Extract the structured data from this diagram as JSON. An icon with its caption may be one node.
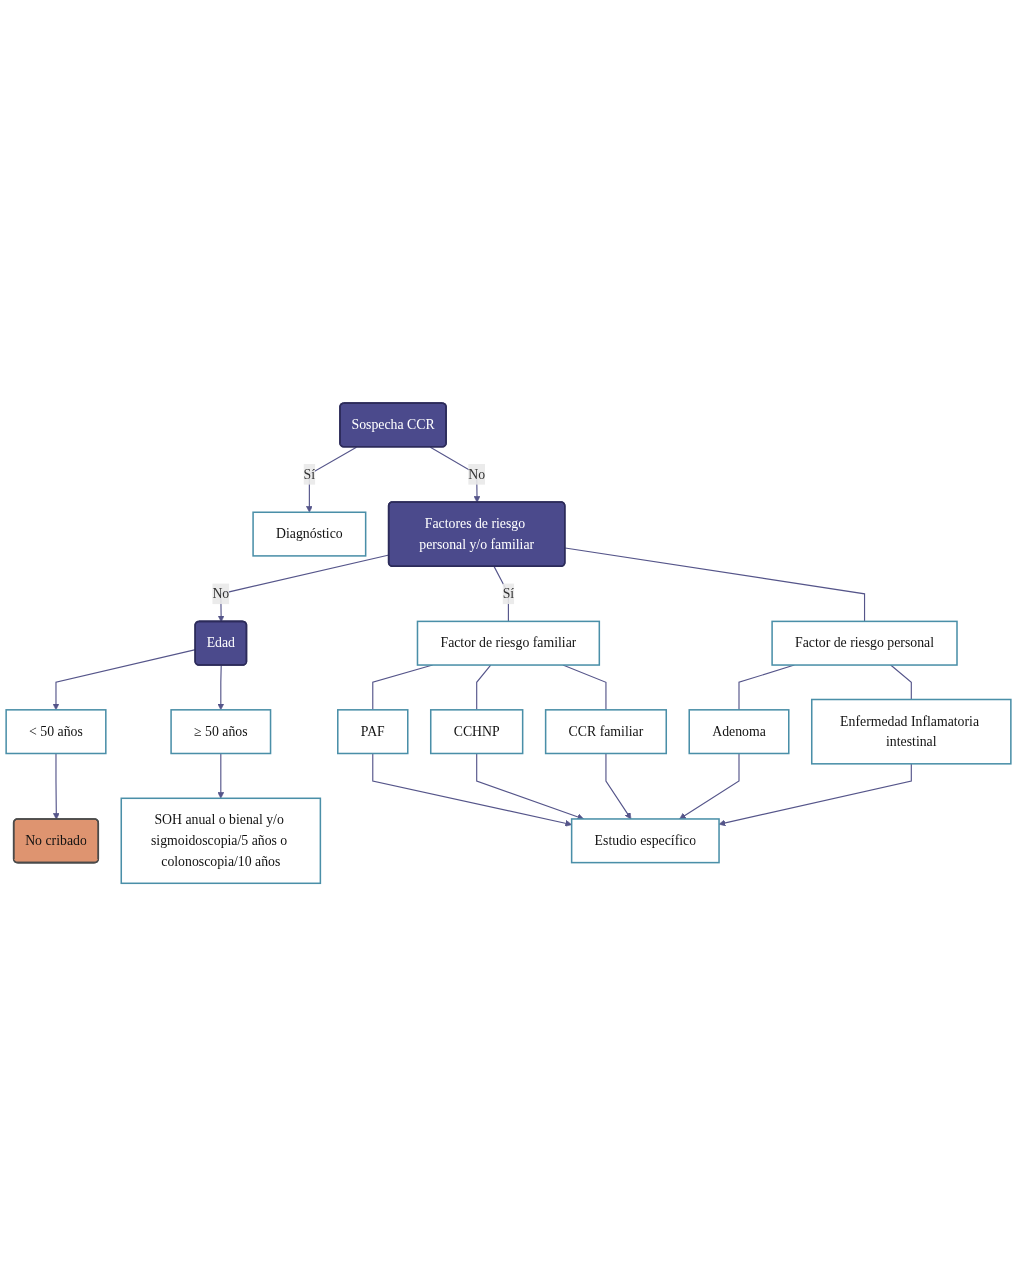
{
  "diagram": {
    "nodes": [
      {
        "text": [
          "Sospecha CCR"
        ]
      },
      {
        "text": [
          "Diagnóstico"
        ]
      },
      {
        "text": [
          "Factores de riesgo personal y/o familiar"
        ]
      },
      {
        "text": [
          "Edad"
        ]
      },
      {
        "text": [
          "< 50 años"
        ]
      },
      {
        "text": [
          "≥ 50 años"
        ]
      },
      {
        "text": [
          "No cribado"
        ]
      },
      {
        "text": [
          "SOH anual o bienal y/o sigmoidoscopia/5 años o colonoscopia/10 años"
        ]
      },
      {
        "text": [
          "Factor de riesgo familiar"
        ]
      },
      {
        "text": [
          "Factor de riesgo personal"
        ]
      },
      {
        "text": [
          "PAF"
        ]
      },
      {
        "text": [
          "CCHNP"
        ]
      },
      {
        "text": [
          "CCR familiar"
        ]
      },
      {
        "text": [
          "Adenoma"
        ]
      },
      {
        "text": [
          "Enfermedad Inflamatoria intestinal"
        ]
      },
      {
        "text": [
          "Estudio específico"
        ]
      }
    ],
    "edges": [
      {
        "from": 0,
        "to": 2,
        "label": "No",
        "arrow": "to"
      },
      {
        "from": 0,
        "to": 1,
        "label": "Sí",
        "arrow": "to"
      },
      {
        "from": 2,
        "to": 3,
        "label": "No",
        "arrow": "to"
      },
      {
        "from": 2,
        "to": 8,
        "label": "Sí",
        "arrow": "none"
      },
      {
        "from": 2,
        "to": 9,
        "arrow": "none"
      },
      {
        "from": 3,
        "to": 4,
        "arrow": "to"
      },
      {
        "from": 3,
        "to": 5,
        "arrow": "to"
      },
      {
        "from": 4,
        "to": 6,
        "arrow": "to"
      },
      {
        "from": 5,
        "to": 7,
        "arrow": "to"
      },
      {
        "from": 8,
        "to": 10,
        "arrow": "none"
      },
      {
        "from": 8,
        "to": 11,
        "arrow": "none"
      },
      {
        "from": 8,
        "to": 12,
        "arrow": "none"
      },
      {
        "from": 9,
        "to": 13,
        "arrow": "none"
      },
      {
        "from": 9,
        "to": 14,
        "arrow": "none"
      },
      {
        "from": 10,
        "to": 15,
        "arrow": "to"
      },
      {
        "from": 11,
        "to": 15,
        "arrow": "to"
      },
      {
        "from": 12,
        "to": 15,
        "arrow": "to"
      },
      {
        "from": 13,
        "to": 15,
        "arrow": "to"
      },
      {
        "from": 14,
        "to": 15,
        "arrow": "to"
      }
    ]
  }
}
